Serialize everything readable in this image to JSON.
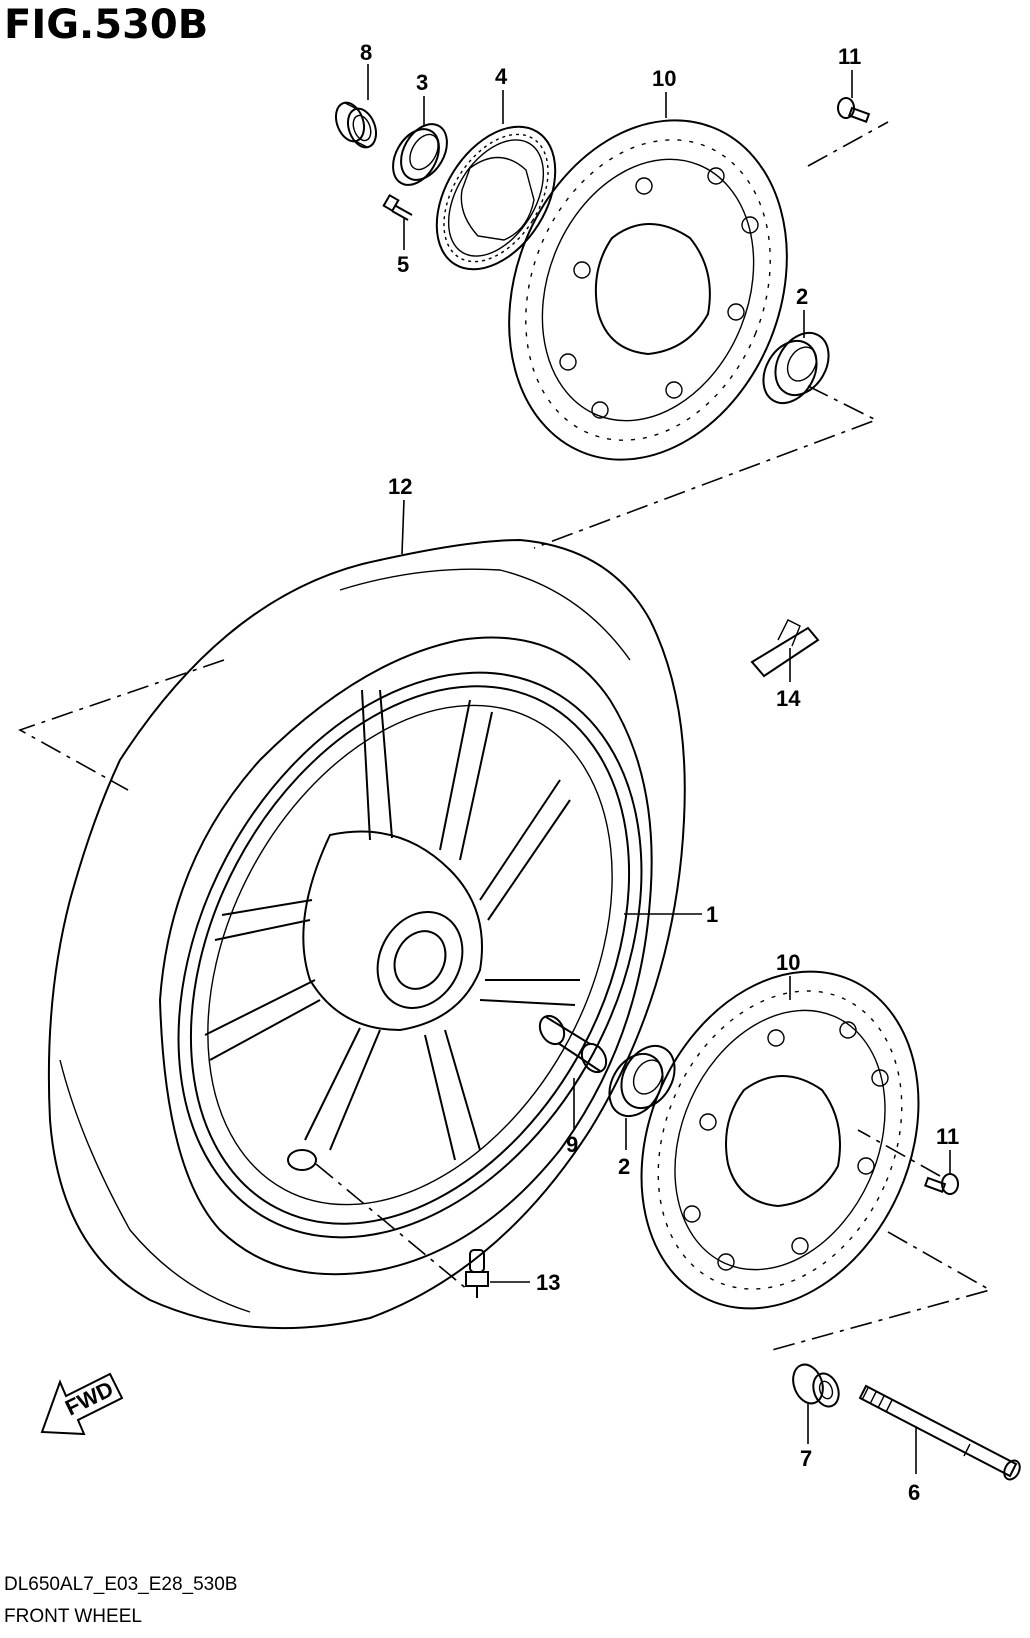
{
  "figure": {
    "title": "FIG.530B",
    "model_code": "DL650AL7_E03_E28_530B",
    "caption": "FRONT WHEEL",
    "direction_label": "FWD"
  },
  "callouts": [
    {
      "id": "c8",
      "number": "8"
    },
    {
      "id": "c3",
      "number": "3"
    },
    {
      "id": "c4",
      "number": "4"
    },
    {
      "id": "c5",
      "number": "5"
    },
    {
      "id": "c10a",
      "number": "10"
    },
    {
      "id": "c11a",
      "number": "11"
    },
    {
      "id": "c2a",
      "number": "2"
    },
    {
      "id": "c12",
      "number": "12"
    },
    {
      "id": "c14",
      "number": "14"
    },
    {
      "id": "c1",
      "number": "1"
    },
    {
      "id": "c10b",
      "number": "10"
    },
    {
      "id": "c9",
      "number": "9"
    },
    {
      "id": "c2b",
      "number": "2"
    },
    {
      "id": "c11b",
      "number": "11"
    },
    {
      "id": "c13",
      "number": "13"
    },
    {
      "id": "c7",
      "number": "7"
    },
    {
      "id": "c6",
      "number": "6"
    }
  ]
}
